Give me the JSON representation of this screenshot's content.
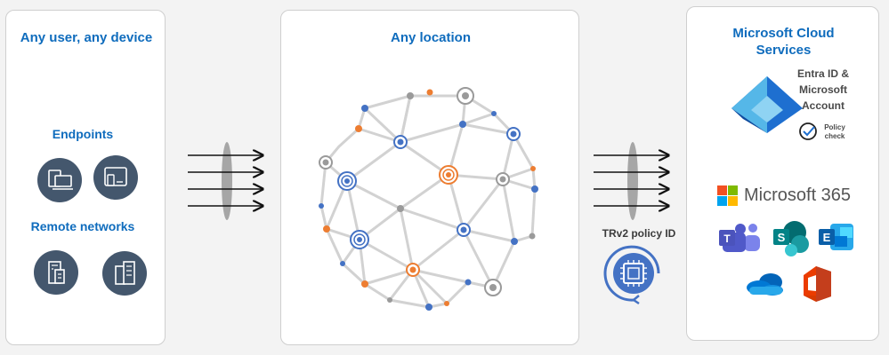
{
  "left_panel": {
    "title": "Any user, any device",
    "endpoints_label": "Endpoints",
    "remote_label": "Remote networks"
  },
  "middle_panel": {
    "title": "Any location"
  },
  "policy": {
    "label": "TRv2 policy ID"
  },
  "right_panel": {
    "title_line1": "Microsoft Cloud",
    "title_line2": "Services",
    "entra_line1": "Entra ID &",
    "entra_line2": "Microsoft",
    "entra_line3": "Account",
    "policy_check_line1": "Policy",
    "policy_check_line2": "check",
    "m365_label": "Microsoft 365"
  },
  "icons": [
    "laptop-desktop-icon",
    "tablet-phone-icon",
    "office-building-icon",
    "branch-building-icon",
    "entra-id-icon",
    "policy-check-icon",
    "microsoft-logo-icon",
    "teams-icon",
    "sharepoint-icon",
    "exchange-icon",
    "onedrive-icon",
    "office-icon",
    "chip-icon"
  ],
  "colors": {
    "accent_blue": "#0f6cbd",
    "node_blue": "#4472c4",
    "node_orange": "#ed7d31",
    "node_gray": "#9a9a9a",
    "icon_bg": "#44576d"
  }
}
